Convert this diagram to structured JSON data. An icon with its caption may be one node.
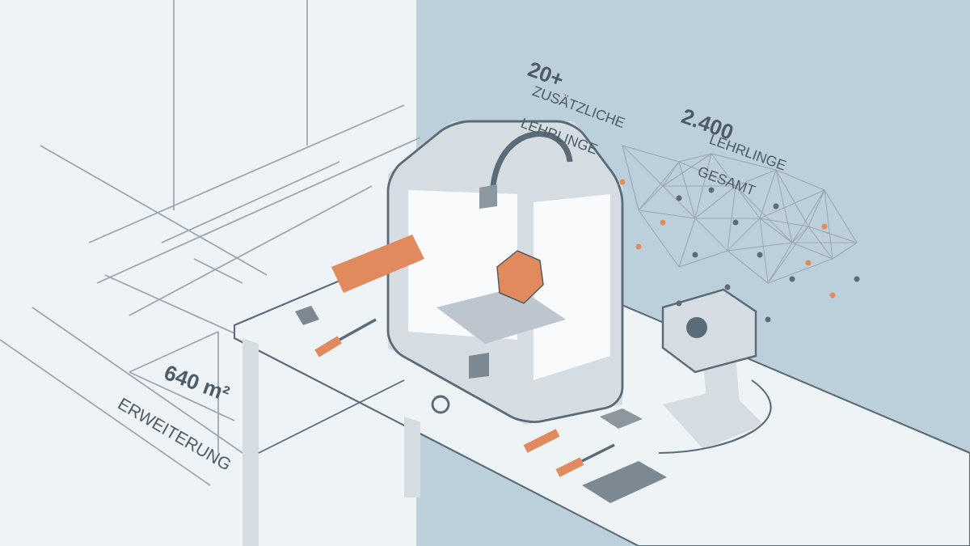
{
  "diagram": {
    "labels": [
      "20+",
      "ZUSÄTZLICHE LEHRLINGE",
      "2.400",
      "LEHRLINGE GESAMT",
      "640 m²",
      "ERWEITERUNG"
    ]
  }
}
